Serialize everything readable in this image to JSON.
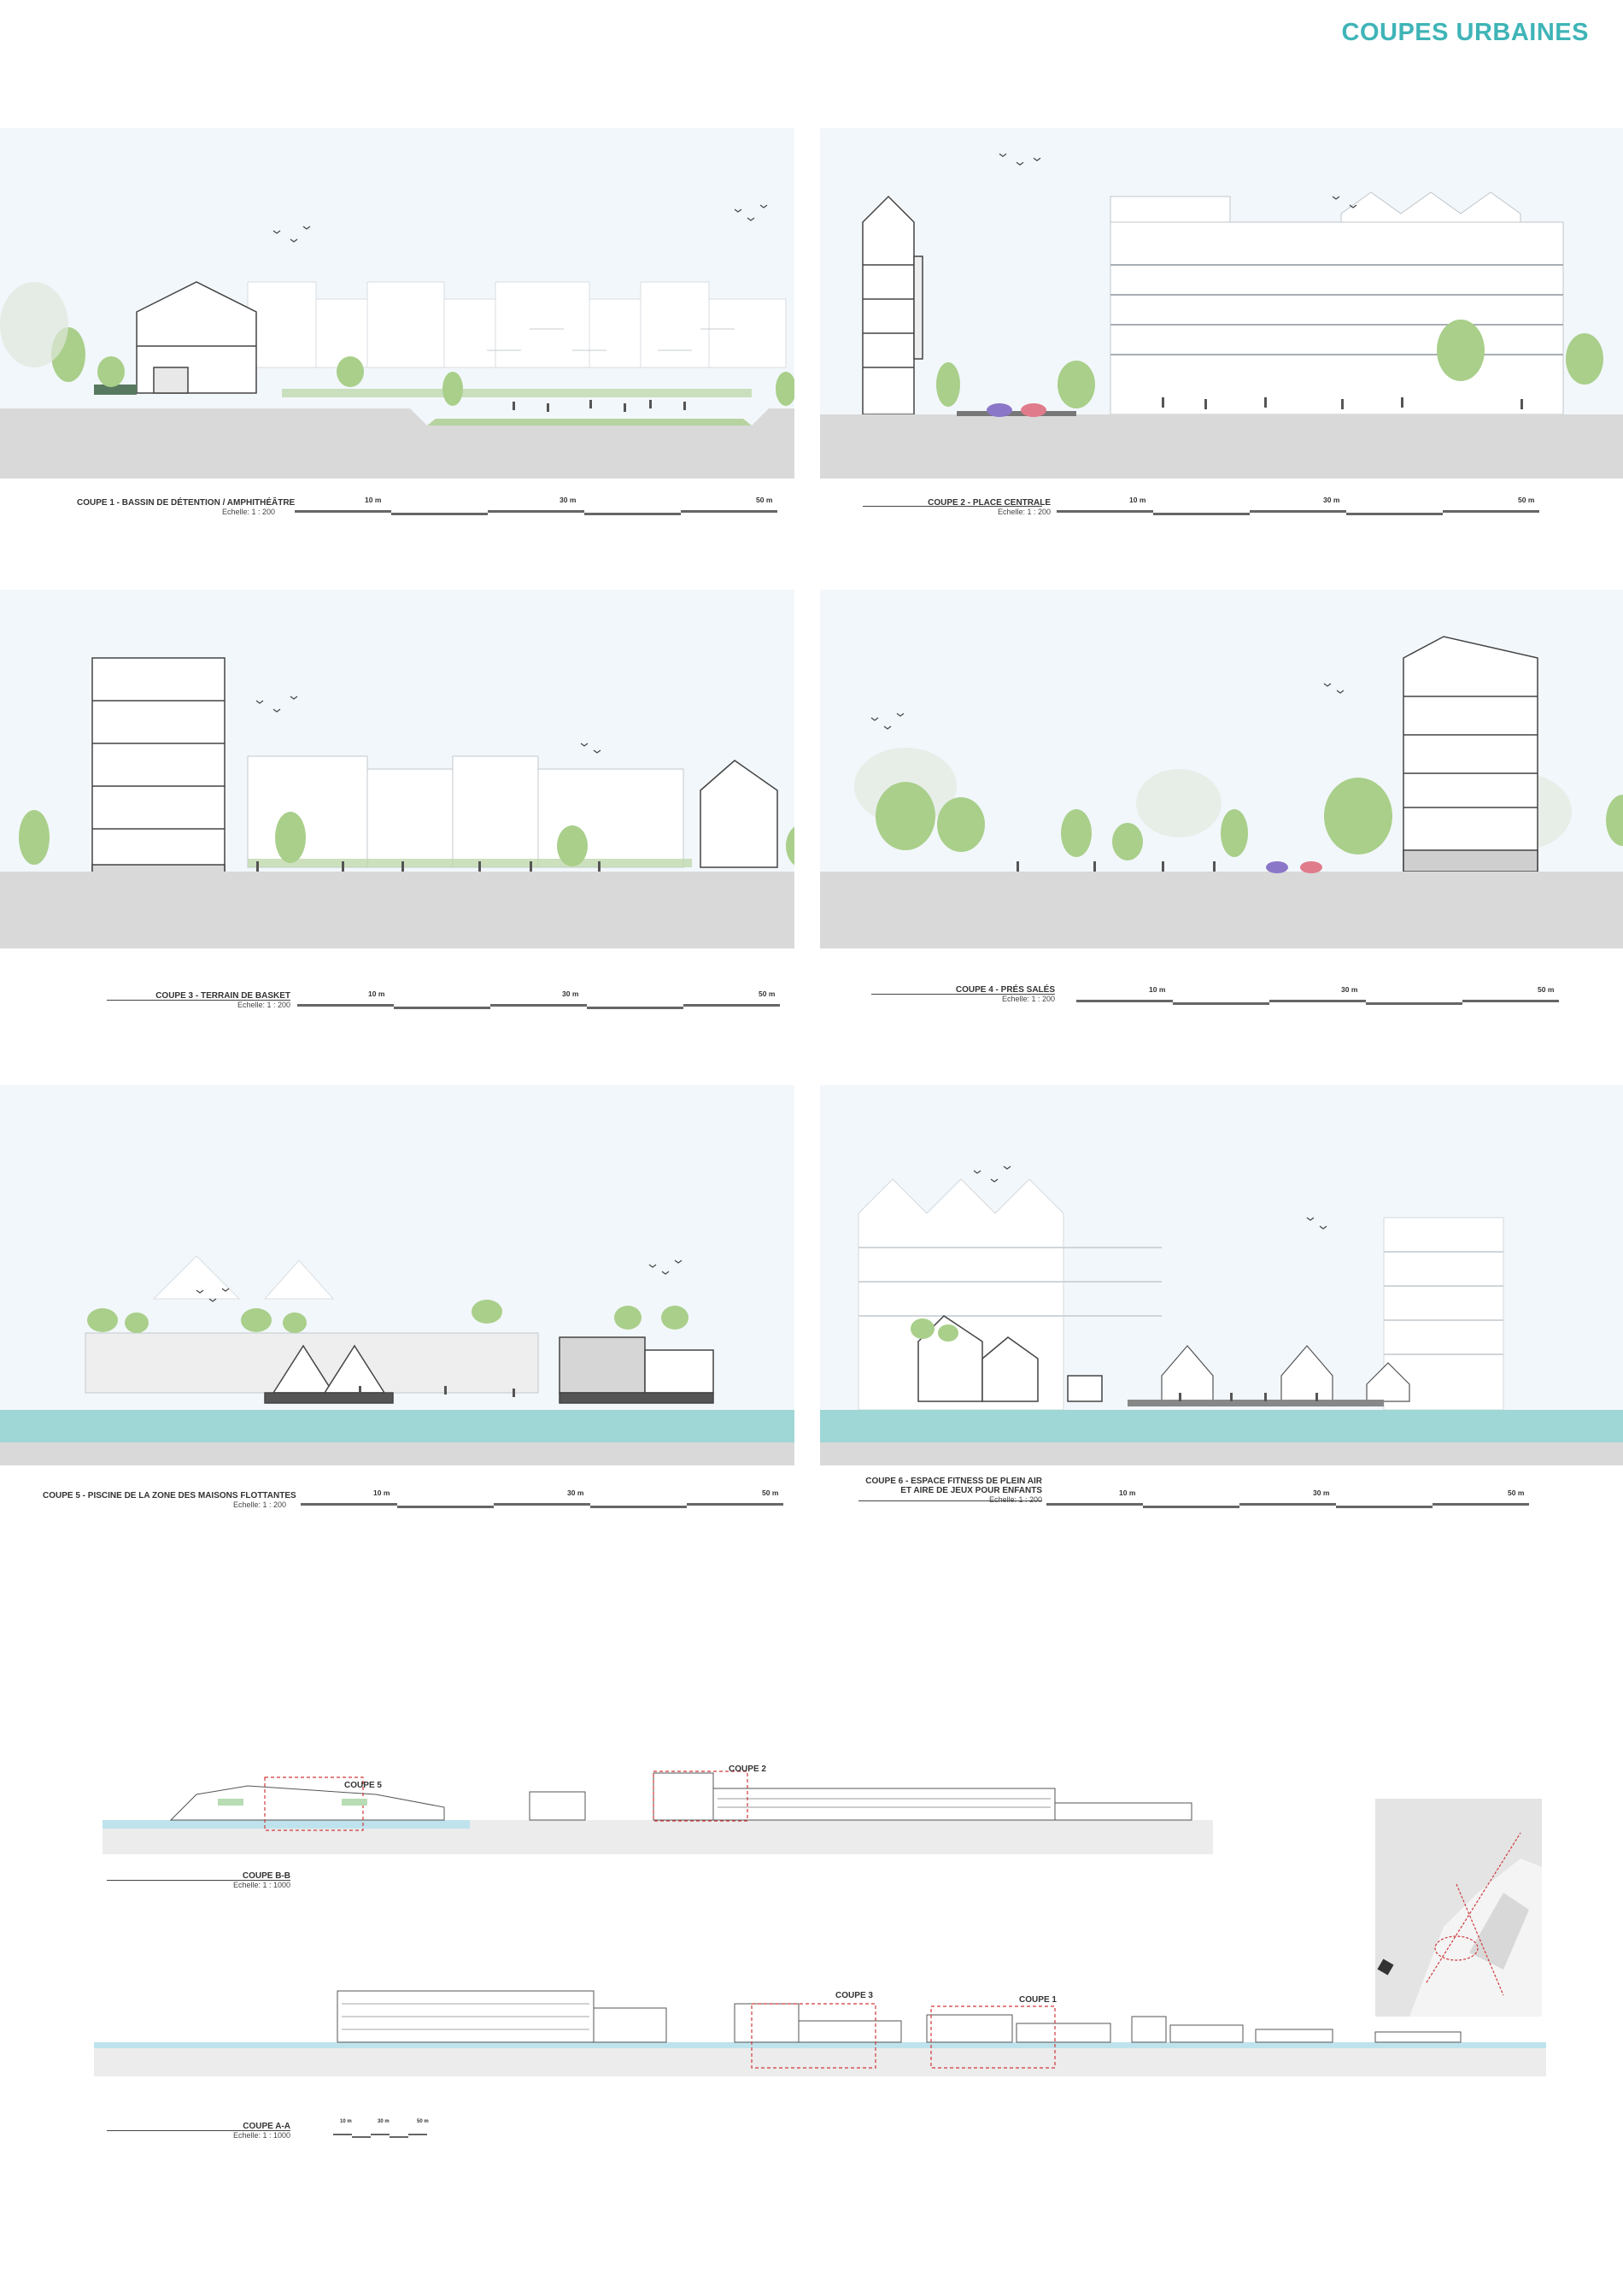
{
  "page_title": "COUPES URBAINES",
  "sections": [
    {
      "id": "coupe1",
      "title": "COUPE 1 - BASSIN DE DÉTENTION / AMPHITHÉÂTRE",
      "scale": "Echelle:  1 : 200",
      "marks": [
        "10 m",
        "30 m",
        "50 m"
      ]
    },
    {
      "id": "coupe2",
      "title": "COUPE 2 - PLACE CENTRALE",
      "scale": "Echelle:  1 : 200",
      "marks": [
        "10 m",
        "30 m",
        "50 m"
      ]
    },
    {
      "id": "coupe3",
      "title": "COUPE 3 - TERRAIN DE BASKET",
      "scale": "Echelle:  1 : 200",
      "marks": [
        "10 m",
        "30 m",
        "50 m"
      ]
    },
    {
      "id": "coupe4",
      "title": "COUPE 4 - PRÉS SALÉS",
      "scale": "Echelle:  1 : 200",
      "marks": [
        "10 m",
        "30 m",
        "50 m"
      ]
    },
    {
      "id": "coupe5",
      "title": "COUPE 5 - PISCINE DE LA ZONE DES MAISONS FLOTTANTES",
      "scale": "Echelle:  1 : 200",
      "marks": [
        "10 m",
        "30 m",
        "50 m"
      ]
    },
    {
      "id": "coupe6",
      "title_line1": "COUPE 6 - ESPACE FITNESS DE PLEIN AIR",
      "title_line2": "ET AIRE DE JEUX POUR ENFANTS",
      "scale": "Echelle:  1 : 200",
      "marks": [
        "10 m",
        "30 m",
        "50 m"
      ]
    }
  ],
  "overview": {
    "bb": {
      "title": "COUPE B-B",
      "scale": "Echelle:  1 : 1000",
      "callouts": [
        "COUPE 5",
        "COUPE 2"
      ]
    },
    "aa": {
      "title": "COUPE A-A",
      "scale": "Echelle:  1 : 1000",
      "callouts": [
        "COUPE 3",
        "COUPE 1"
      ],
      "marks": [
        "10 m",
        "30 m",
        "50 m"
      ]
    }
  },
  "colors": {
    "title": "#3fb4b7",
    "sky": "#f2f7fb",
    "ground": "#d9d9d9",
    "water": "#9fd6d6",
    "tree": "#a9cf8a",
    "redframe": "#d0393b"
  }
}
